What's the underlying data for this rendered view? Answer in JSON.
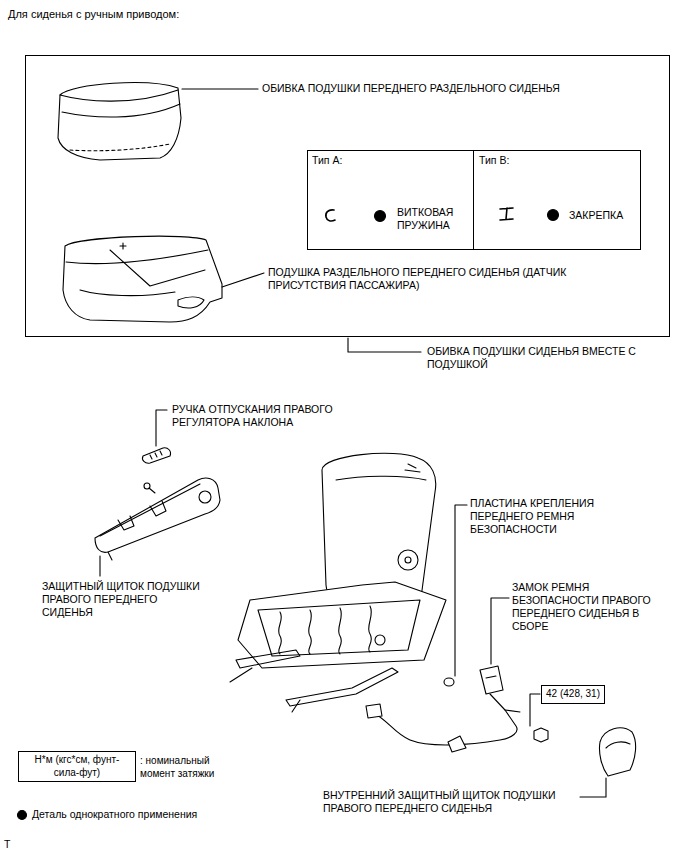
{
  "diagram": {
    "title": "Для сиденья с ручным приводом:",
    "nodes": [
      {
        "text": [
          "ОБИВКА ПОДУШКИ СИДЕНЬЯ ВМЕСТЕ С ПОДУШКОЙ"
        ]
      },
      {
        "text": [
          "Тип A:",
          "ВИТКОВАЯ ПРУЖИНА"
        ],
        "in": 0
      },
      {
        "text": [
          "Тип B:",
          "ЗАКРЕПКА"
        ],
        "in": 0
      },
      {
        "text": [
          "42 (428, 31)"
        ]
      },
      {
        "text": [
          "Н*м (кгс*см, фунт-сила-фут)"
        ]
      }
    ],
    "labels": [
      "ОБИВКА ПОДУШКИ ПЕРЕДНЕГО РАЗДЕЛЬНОГО СИДЕНЬЯ",
      "ПОДУШКА РАЗДЕЛЬНОГО ПЕРЕДНЕГО СИДЕНЬЯ (ДАТЧИК ПРИСУТСТВИЯ ПАССАЖИРА)",
      "РУЧКА ОТПУСКАНИЯ ПРАВОГО РЕГУЛЯТОРА НАКЛОНА",
      "ЗАЩИТНЫЙ ЩИТОК ПОДУШКИ ПРАВОГО ПЕРЕДНЕГО СИДЕНЬЯ",
      "ПЛАСТИНА КРЕПЛЕНИЯ ПЕРЕДНЕГО РЕМНЯ БЕЗОПАСНОСТИ",
      "ЗАМОК РЕМНЯ БЕЗОПАСНОСТИ ПРАВОГО ПЕРЕДНЕГО СИДЕНЬЯ В СБОРЕ",
      "ВНУТРЕННИЙ ЗАЩИТНЫЙ ЩИТОК ПОДУШКИ ПРАВОГО ПЕРЕДНЕГО СИДЕНЬЯ",
      ": номинальный момент затяжки",
      "T"
    ],
    "legend": [
      {
        "text": "Деталь однократного применения"
      }
    ]
  }
}
